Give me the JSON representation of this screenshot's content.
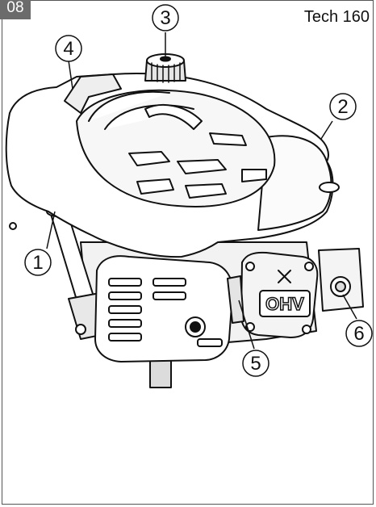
{
  "header": {
    "page_number": "08",
    "model_name": "Tech 160"
  },
  "callouts": [
    {
      "number": "1"
    },
    {
      "number": "2"
    },
    {
      "number": "3"
    },
    {
      "number": "4"
    },
    {
      "number": "5"
    },
    {
      "number": "6"
    }
  ],
  "engine": {
    "valve_label": "OHV"
  }
}
